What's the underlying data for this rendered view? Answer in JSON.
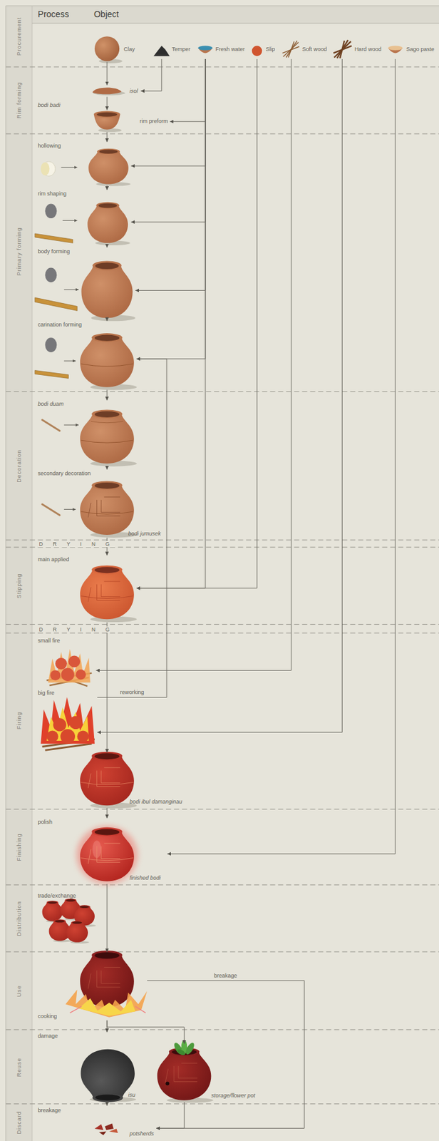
{
  "diagram": {
    "nodes": [
      {
        "text": [
          "Clay"
        ]
      },
      {
        "text": [
          "Temper"
        ]
      },
      {
        "text": [
          "Fresh water"
        ]
      },
      {
        "text": [
          "Slip"
        ]
      },
      {
        "text": [
          "Soft wood"
        ]
      },
      {
        "text": [
          "Hard wood"
        ]
      },
      {
        "text": [
          "Sago paste"
        ]
      },
      {
        "text": [
          "isol"
        ]
      },
      {
        "text": [
          "rim preform"
        ]
      },
      {
        "text": [
          "hollowing"
        ]
      },
      {
        "text": [
          "rim shaping"
        ]
      },
      {
        "text": [
          "body forming"
        ]
      },
      {
        "text": [
          "carination forming"
        ]
      },
      {
        "text": [
          "bodi duam"
        ]
      },
      {
        "text": [
          "secondary decoration",
          "bodi jumusek"
        ]
      },
      {
        "text": [
          "main applied"
        ]
      },
      {
        "text": [
          "small fire"
        ]
      },
      {
        "text": [
          "big fire"
        ]
      },
      {
        "text": [
          "bodi ibul damanginau"
        ]
      },
      {
        "text": [
          "polish",
          "finished bodi"
        ]
      },
      {
        "text": [
          "trade/exchange"
        ]
      },
      {
        "text": [
          "cooking"
        ]
      },
      {
        "text": [
          "damage",
          "isu"
        ]
      },
      {
        "text": [
          "storage/flower pot"
        ]
      },
      {
        "text": [
          "breakage",
          "potsherds"
        ]
      }
    ],
    "edges": [
      {
        "from": 0,
        "to": 7,
        "arrow": "to"
      },
      {
        "from": 1,
        "to": 7,
        "arrow": "to"
      },
      {
        "from": 7,
        "to": 8,
        "arrow": "to"
      },
      {
        "from": 2,
        "to": 8,
        "arrow": "to"
      },
      {
        "from": 8,
        "to": 9,
        "arrow": "to"
      },
      {
        "from": 2,
        "to": 9,
        "arrow": "to"
      },
      {
        "from": 9,
        "to": 10,
        "arrow": "to"
      },
      {
        "from": 2,
        "to": 10,
        "arrow": "to"
      },
      {
        "from": 10,
        "to": 11,
        "arrow": "to"
      },
      {
        "from": 2,
        "to": 11,
        "arrow": "to"
      },
      {
        "from": 11,
        "to": 12,
        "arrow": "to"
      },
      {
        "from": 2,
        "to": 12,
        "arrow": "to"
      },
      {
        "from": 17,
        "to": 12,
        "label": "reworking",
        "arrow": "to"
      },
      {
        "from": 12,
        "to": 13,
        "arrow": "to"
      },
      {
        "from": 13,
        "to": 14,
        "arrow": "to"
      },
      {
        "from": 14,
        "to": 15,
        "arrow": "to"
      },
      {
        "from": 2,
        "to": 15,
        "arrow": "to"
      },
      {
        "from": 3,
        "to": 15,
        "arrow": "to"
      },
      {
        "from": 4,
        "to": 16,
        "arrow": "to"
      },
      {
        "from": 5,
        "to": 17,
        "arrow": "to"
      },
      {
        "from": 15,
        "to": 18,
        "arrow": "to"
      },
      {
        "from": 18,
        "to": 19,
        "arrow": "to"
      },
      {
        "from": 6,
        "to": 19,
        "arrow": "to"
      },
      {
        "from": 19,
        "to": 21,
        "arrow": "to"
      },
      {
        "from": 21,
        "to": 24,
        "label": "breakage",
        "arrow": "to"
      },
      {
        "from": 21,
        "to": 22,
        "arrow": "to"
      },
      {
        "from": 21,
        "to": 23,
        "arrow": "to"
      },
      {
        "from": 22,
        "to": 24,
        "arrow": "to"
      },
      {
        "from": 23,
        "to": 24,
        "arrow": "to"
      }
    ],
    "labels": [
      "Process",
      "Object",
      "Procurement",
      "Rim forming",
      "Primary forming",
      "Decoration",
      "Stipping",
      "Firing",
      "Finishing",
      "Distribution",
      "Use",
      "Reuse",
      "Discard",
      "bodi badi",
      "D R Y I N G",
      "D R Y I N G"
    ]
  }
}
